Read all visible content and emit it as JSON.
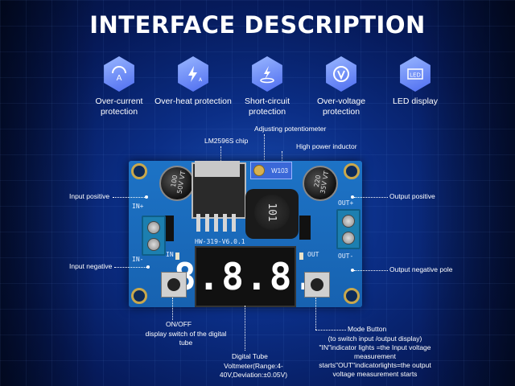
{
  "title": "INTERFACE DESCRIPTION",
  "features": [
    {
      "label": "Over-current protection",
      "icon": "current-protection-icon"
    },
    {
      "label": "Over-heat protection",
      "icon": "heat-protection-icon"
    },
    {
      "label": "Short-circuit protection",
      "icon": "short-circuit-icon"
    },
    {
      "label": "Over-voltage protection",
      "icon": "voltage-protection-icon"
    },
    {
      "label": "LED display",
      "icon": "led-display-icon"
    }
  ],
  "annotations": {
    "chip": "LM2596S chip",
    "potentiometer": "Adjusting potentiometer",
    "inductor": "High power inductor",
    "input_positive": "Input positive",
    "input_negative": "Input negative",
    "output_positive": "Output positive",
    "output_negative": "Output negative pole",
    "onoff_title": "ON/OFF",
    "onoff_desc": "display switch of the digital tube",
    "digital_title": "Digital Tube",
    "digital_desc": "Voltmeter(Range:4-40V,Deviation:±0.05V)",
    "mode_title": "Mode Button",
    "mode_desc": "(to switch input /output display) \"IN\"indicator lights =the Input voltage measurement starts\"OUT\"indicatorlights=the output voltage measurement starts"
  },
  "board": {
    "cap_left": "100 50V VT",
    "cap_right": "220 35V VT",
    "inductor": "101",
    "pot": "W103",
    "silk_in_plus": "IN+",
    "silk_in_minus": "IN-",
    "silk_out_plus": "OUT+",
    "silk_out_minus": "OUT-",
    "silk_in": "IN",
    "silk_out": "OUT",
    "version": "HW-319-V6.0.1",
    "display": "8.8.8."
  },
  "colors": {
    "background": "#0b2e86",
    "board": "#1d73c6",
    "icon": "#6f8ff5"
  }
}
